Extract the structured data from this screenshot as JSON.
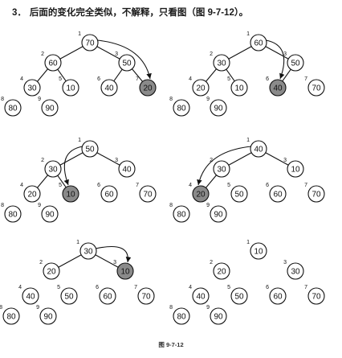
{
  "heading": {
    "number": "3．",
    "text": "后面的变化完全类似，不解释，只看图（图 9-7-12）。"
  },
  "caption": "图 9-7-12",
  "colors": {
    "highlight": "#8a8a8a",
    "normal": "#ffffff",
    "ink": "#111111"
  },
  "panels": [
    {
      "id": "panel-1",
      "nodes": [
        {
          "index": "1",
          "value": "70"
        },
        {
          "index": "2",
          "value": "60"
        },
        {
          "index": "3",
          "value": "50"
        },
        {
          "index": "4",
          "value": "30"
        },
        {
          "index": "5",
          "value": "10"
        },
        {
          "index": "6",
          "value": "40"
        },
        {
          "index": "7",
          "value": "20",
          "highlight": true
        },
        {
          "index": "8",
          "value": "80"
        },
        {
          "index": "9",
          "value": "90"
        }
      ],
      "edges": [
        [
          1,
          2
        ],
        [
          1,
          3
        ],
        [
          2,
          4
        ],
        [
          2,
          5
        ],
        [
          3,
          6
        ],
        [
          3,
          7
        ]
      ],
      "swap": [
        1,
        7
      ]
    },
    {
      "id": "panel-2",
      "nodes": [
        {
          "index": "1",
          "value": "60"
        },
        {
          "index": "2",
          "value": "30"
        },
        {
          "index": "3",
          "value": "50"
        },
        {
          "index": "4",
          "value": "20"
        },
        {
          "index": "5",
          "value": "10"
        },
        {
          "index": "6",
          "value": "40",
          "highlight": true
        },
        {
          "index": "7",
          "value": "70"
        },
        {
          "index": "8",
          "value": "80"
        },
        {
          "index": "9",
          "value": "90"
        }
      ],
      "edges": [
        [
          1,
          2
        ],
        [
          1,
          3
        ],
        [
          2,
          4
        ],
        [
          2,
          5
        ],
        [
          3,
          6
        ]
      ],
      "swap": [
        1,
        6
      ]
    },
    {
      "id": "panel-3",
      "nodes": [
        {
          "index": "1",
          "value": "50"
        },
        {
          "index": "2",
          "value": "30"
        },
        {
          "index": "3",
          "value": "40"
        },
        {
          "index": "4",
          "value": "20"
        },
        {
          "index": "5",
          "value": "10",
          "highlight": true
        },
        {
          "index": "6",
          "value": "60"
        },
        {
          "index": "7",
          "value": "70"
        },
        {
          "index": "8",
          "value": "80"
        },
        {
          "index": "9",
          "value": "90"
        }
      ],
      "edges": [
        [
          1,
          2
        ],
        [
          1,
          3
        ],
        [
          2,
          4
        ],
        [
          2,
          5
        ]
      ],
      "swap": [
        1,
        5
      ]
    },
    {
      "id": "panel-4",
      "nodes": [
        {
          "index": "1",
          "value": "40"
        },
        {
          "index": "2",
          "value": "30"
        },
        {
          "index": "3",
          "value": "10"
        },
        {
          "index": "4",
          "value": "20",
          "highlight": true
        },
        {
          "index": "5",
          "value": "50"
        },
        {
          "index": "6",
          "value": "60"
        },
        {
          "index": "7",
          "value": "70"
        },
        {
          "index": "8",
          "value": "80"
        },
        {
          "index": "9",
          "value": "90"
        }
      ],
      "edges": [
        [
          1,
          2
        ],
        [
          1,
          3
        ],
        [
          2,
          4
        ]
      ],
      "swap": [
        1,
        4
      ]
    },
    {
      "id": "panel-5",
      "nodes": [
        {
          "index": "1",
          "value": "30"
        },
        {
          "index": "2",
          "value": "20"
        },
        {
          "index": "3",
          "value": "10",
          "highlight": true
        },
        {
          "index": "4",
          "value": "40"
        },
        {
          "index": "5",
          "value": "50"
        },
        {
          "index": "6",
          "value": "60"
        },
        {
          "index": "7",
          "value": "70"
        },
        {
          "index": "8",
          "value": "80"
        },
        {
          "index": "9",
          "value": "90"
        }
      ],
      "edges": [
        [
          1,
          2
        ],
        [
          1,
          3
        ]
      ],
      "swap": [
        1,
        3
      ]
    },
    {
      "id": "panel-6",
      "nodes": [
        {
          "index": "1",
          "value": "10"
        },
        {
          "index": "2",
          "value": "20"
        },
        {
          "index": "3",
          "value": "30"
        },
        {
          "index": "4",
          "value": "40"
        },
        {
          "index": "5",
          "value": "50"
        },
        {
          "index": "6",
          "value": "60"
        },
        {
          "index": "7",
          "value": "70"
        },
        {
          "index": "8",
          "value": "80"
        },
        {
          "index": "9",
          "value": "90"
        }
      ],
      "edges": [],
      "swap": null
    }
  ]
}
